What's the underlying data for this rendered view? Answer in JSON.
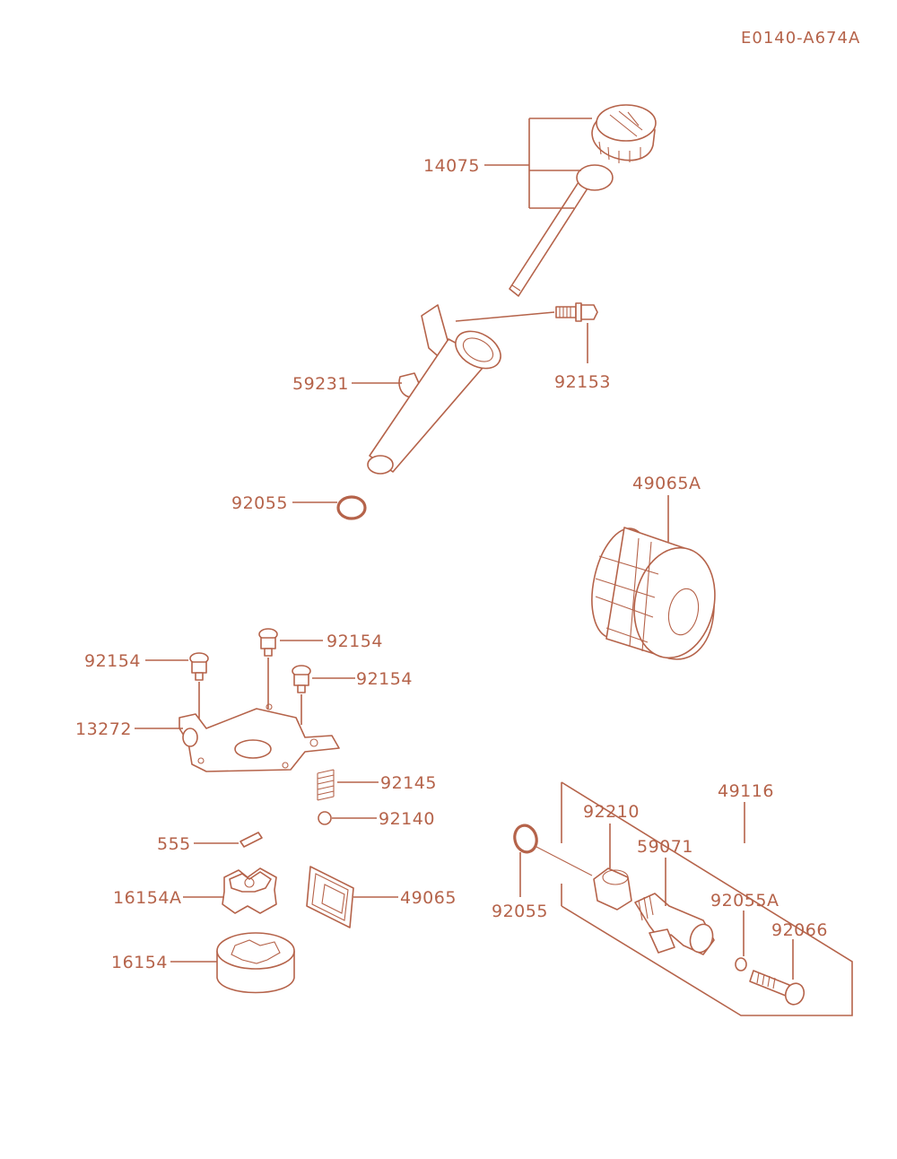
{
  "diagram_code": "E0140-A674A",
  "colors": {
    "line": "#b5634a",
    "background": "#ffffff"
  },
  "labels": {
    "p14075": "14075",
    "p59231": "59231",
    "p92153": "92153",
    "p92055_top": "92055",
    "p49065A": "49065A",
    "p92154_a": "92154",
    "p92154_b": "92154",
    "p92154_c": "92154",
    "p13272": "13272",
    "p92145": "92145",
    "p92140": "92140",
    "p555": "555",
    "p16154A": "16154A",
    "p49065": "49065",
    "p16154": "16154",
    "p49116": "49116",
    "p92210": "92210",
    "p59071": "59071",
    "p92055_bottom": "92055",
    "p92055A": "92055A",
    "p92066": "92066"
  }
}
